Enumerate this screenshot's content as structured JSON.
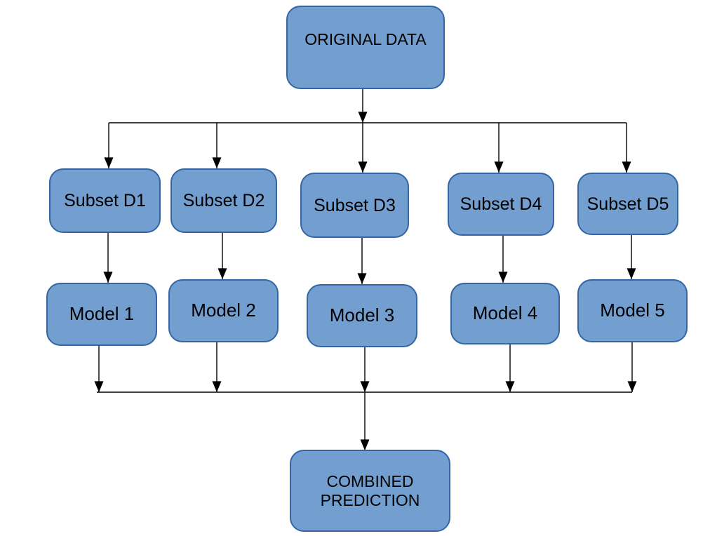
{
  "diagram": {
    "kind": "flowchart",
    "nodes": {
      "original": {
        "label": "ORIGINAL DATA"
      },
      "subsets": [
        {
          "label": "Subset D1"
        },
        {
          "label": "Subset D2"
        },
        {
          "label": "Subset D3"
        },
        {
          "label": "Subset D4"
        },
        {
          "label": "Subset D5"
        }
      ],
      "models": [
        {
          "label": "Model 1"
        },
        {
          "label": "Model 2"
        },
        {
          "label": "Model 3"
        },
        {
          "label": "Model 4"
        },
        {
          "label": "Model 5"
        }
      ],
      "combined": {
        "label": "COMBINED PREDICTION"
      }
    },
    "edges": [
      {
        "from": "ORIGINAL DATA",
        "to": "Subset D1"
      },
      {
        "from": "ORIGINAL DATA",
        "to": "Subset D2"
      },
      {
        "from": "ORIGINAL DATA",
        "to": "Subset D3"
      },
      {
        "from": "ORIGINAL DATA",
        "to": "Subset D4"
      },
      {
        "from": "ORIGINAL DATA",
        "to": "Subset D5"
      },
      {
        "from": "Subset D1",
        "to": "Model 1"
      },
      {
        "from": "Subset D2",
        "to": "Model 2"
      },
      {
        "from": "Subset D3",
        "to": "Model 3"
      },
      {
        "from": "Subset D4",
        "to": "Model 4"
      },
      {
        "from": "Subset D5",
        "to": "Model 5"
      },
      {
        "from": "Model 1",
        "to": "COMBINED PREDICTION"
      },
      {
        "from": "Model 2",
        "to": "COMBINED PREDICTION"
      },
      {
        "from": "Model 3",
        "to": "COMBINED PREDICTION"
      },
      {
        "from": "Model 4",
        "to": "COMBINED PREDICTION"
      },
      {
        "from": "Model 5",
        "to": "COMBINED PREDICTION"
      }
    ],
    "colors": {
      "node_fill": "#729FCF",
      "node_border": "#3465A4",
      "connector": "#000000",
      "text": "#000000",
      "page_bg": "#ffffff"
    }
  }
}
